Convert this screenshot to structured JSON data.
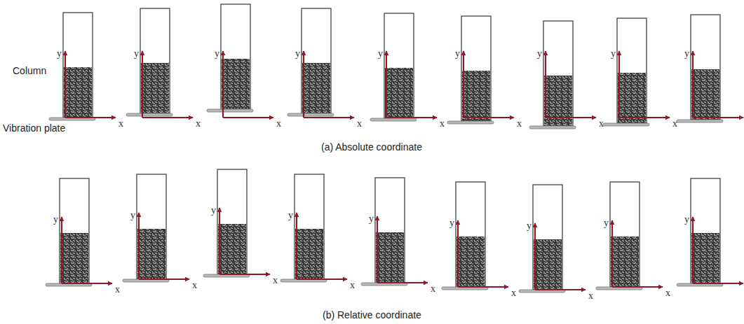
{
  "diagram": {
    "labels": [
      "Column",
      "Vibration plate",
      "y",
      "x",
      "y",
      "x",
      "y",
      "x",
      "y",
      "x",
      "y",
      "x",
      "y",
      "x",
      "y",
      "x",
      "y",
      "x",
      "y",
      "x",
      "(a) Absolute coordinate",
      "y",
      "x",
      "y",
      "x",
      "y",
      "x",
      "y",
      "x",
      "y",
      "x",
      "y",
      "x",
      "y",
      "x",
      "y",
      "x",
      "y",
      "x",
      "(b) Relative coordinate"
    ]
  }
}
